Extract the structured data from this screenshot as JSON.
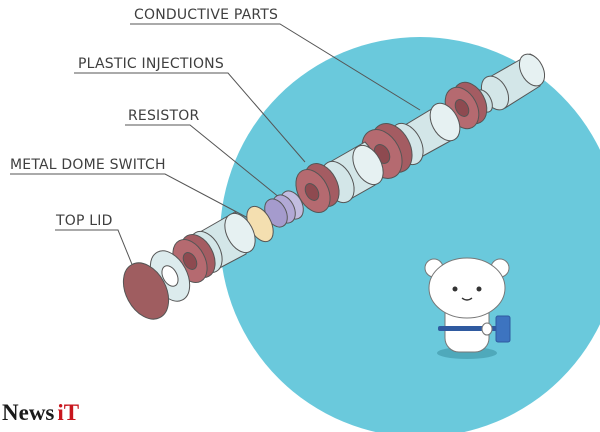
{
  "labels": {
    "conductive_parts": "CONDUCTIVE PARTS",
    "plastic_injections": "PLASTIC INJECTIONS",
    "resistor": "RESISTOR",
    "metal_dome_switch": "METAL DOME SWITCH",
    "top_lid": "TOP LID"
  },
  "logo": {
    "word": "News",
    "accent": "iT"
  },
  "colors": {
    "circle": "#6ac9dc",
    "part_red": "#a45c62",
    "part_grey": "#d3e6e8",
    "resistor": "#b2a9d6",
    "metal_dome": "#f4dfb0",
    "lid": "#9f5d60",
    "outline": "#555555"
  }
}
